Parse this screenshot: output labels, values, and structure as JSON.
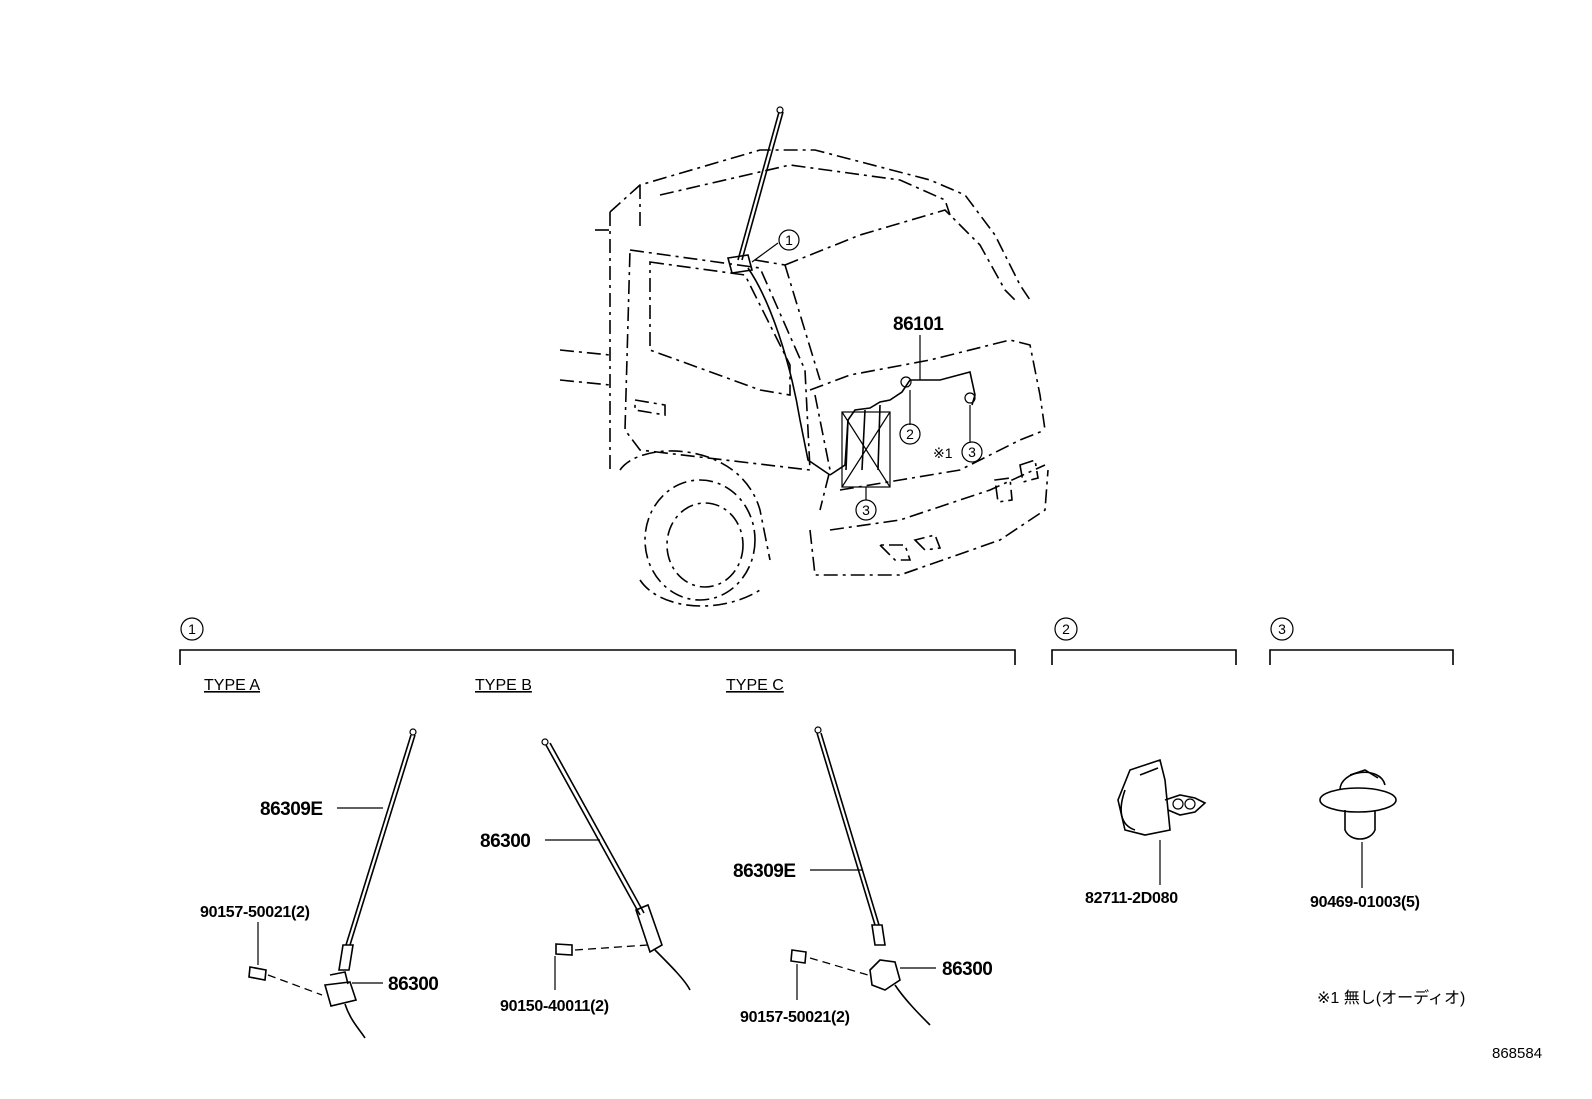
{
  "callouts": {
    "c1": "1",
    "c2": "2",
    "c3": "3"
  },
  "labels": {
    "harness": "86101",
    "note_mark": "※1"
  },
  "groups": {
    "group1": {
      "number": "1",
      "type_a": {
        "title": "TYPE A",
        "rod": "86309E",
        "base": "86300",
        "screw": "90157-50021(2)"
      },
      "type_b": {
        "title": "TYPE B",
        "antenna": "86300",
        "screw": "90150-40011(2)"
      },
      "type_c": {
        "title": "TYPE C",
        "rod": "86309E",
        "base": "86300",
        "screw": "90157-50021(2)"
      }
    },
    "group2": {
      "number": "2",
      "part": "82711-2D080"
    },
    "group3": {
      "number": "3",
      "part": "90469-01003(5)"
    }
  },
  "footnote": "※1 無し(オーディオ)",
  "drawing_number": "868584"
}
